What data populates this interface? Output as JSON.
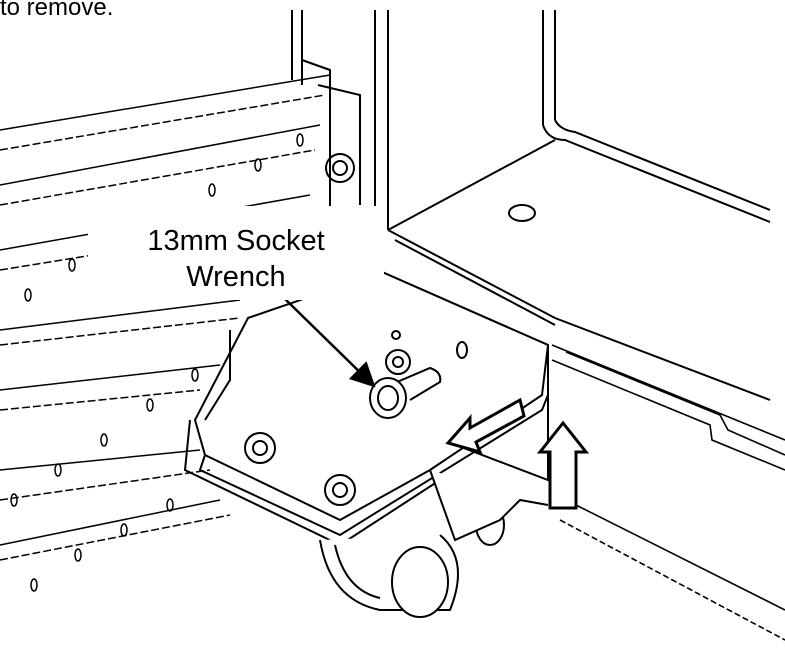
{
  "caption": "to remove.",
  "callout": {
    "line1": "13mm Socket",
    "line2": "Wrench"
  }
}
